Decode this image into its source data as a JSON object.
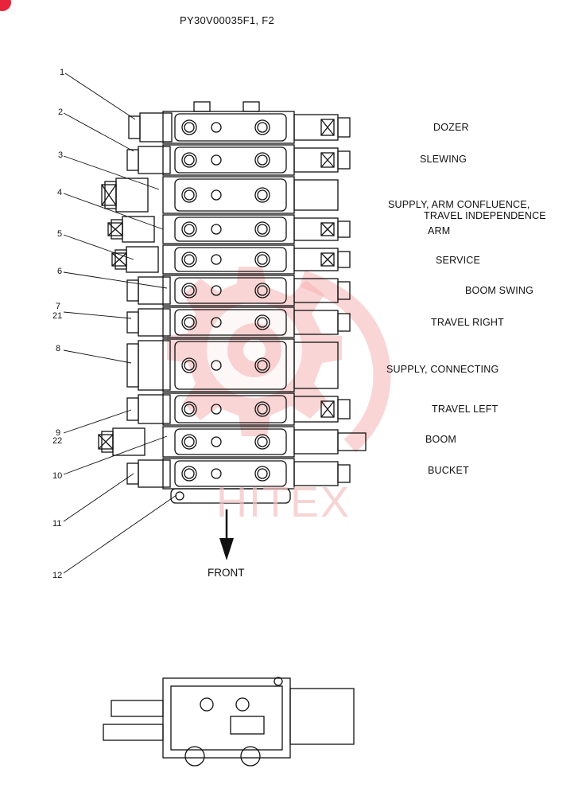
{
  "title": "PY30V00035F1, F2",
  "front_label": "FRONT",
  "watermark_text": "HITEX",
  "watermark_color": "#f4a6a6",
  "sections": [
    {
      "label": "DOZER"
    },
    {
      "label": "SLEWING"
    },
    {
      "label": "SUPPLY, ARM CONFLUENCE,"
    },
    {
      "label": "TRAVEL INDEPENDENCE"
    },
    {
      "label": "ARM"
    },
    {
      "label": "SERVICE"
    },
    {
      "label": "BOOM SWING"
    },
    {
      "label": "TRAVEL RIGHT"
    },
    {
      "label": "SUPPLY, CONNECTING"
    },
    {
      "label": "TRAVEL LEFT"
    },
    {
      "label": "BOOM"
    },
    {
      "label": "BUCKET"
    }
  ],
  "callouts": [
    "1",
    "2",
    "3",
    "4",
    "5",
    "6",
    "7",
    "21",
    "8",
    "9",
    "22",
    "10",
    "11",
    "12"
  ]
}
